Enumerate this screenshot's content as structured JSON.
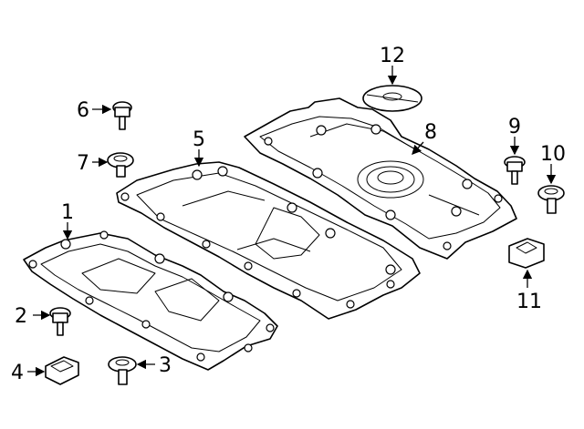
{
  "callouts": {
    "c1": "1",
    "c2": "2",
    "c3": "3",
    "c4": "4",
    "c5": "5",
    "c6": "6",
    "c7": "7",
    "c8": "8",
    "c9": "9",
    "c10": "10",
    "c11": "11",
    "c12": "12"
  },
  "parts": [
    {
      "id": "1",
      "icon": "front-underbody-shield"
    },
    {
      "id": "2",
      "icon": "bolt"
    },
    {
      "id": "3",
      "icon": "push-clip"
    },
    {
      "id": "4",
      "icon": "u-nut"
    },
    {
      "id": "5",
      "icon": "center-underbody-shield"
    },
    {
      "id": "6",
      "icon": "bolt"
    },
    {
      "id": "7",
      "icon": "push-clip"
    },
    {
      "id": "8",
      "icon": "rear-underbody-shield"
    },
    {
      "id": "9",
      "icon": "bolt"
    },
    {
      "id": "10",
      "icon": "push-clip"
    },
    {
      "id": "11",
      "icon": "u-nut"
    },
    {
      "id": "12",
      "icon": "access-cover"
    }
  ]
}
